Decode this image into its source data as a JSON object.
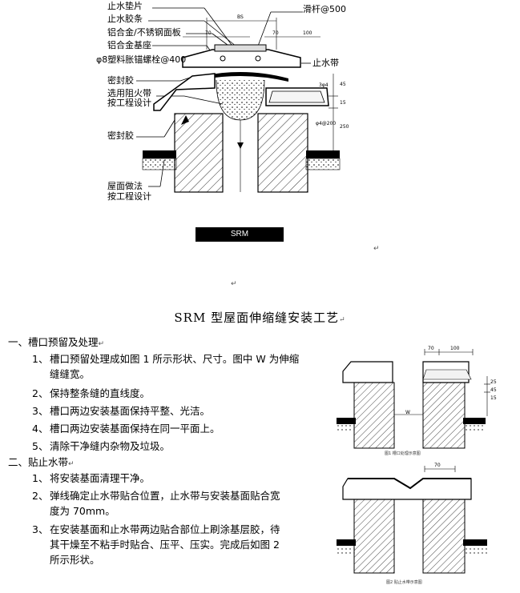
{
  "top_figure": {
    "labels": {
      "waterstop_pad": "止水垫片",
      "waterstop_strip": "止水胶条",
      "alloy_panel": "铝合金/不锈钢面板",
      "alloy_base": "铝合金基座",
      "anchor_bolt": "φ8塑料胀锚螺栓@400",
      "sealant_top": "密封胶",
      "fire_strip": "选用阻火带",
      "per_design_1": "按工程设计",
      "sealant_bottom": "密封胶",
      "roof_practice": "屋面做法",
      "per_design_2": "按工程设计",
      "slide_rod": "滑杆@500",
      "water_band": "止水带"
    },
    "dims": {
      "bs": "BS",
      "d70_left": "70",
      "d70_right": "70",
      "d100": "100",
      "d45": "45",
      "d15": "15",
      "d250": "250",
      "phi4": "3φ4",
      "phi4200": "φ4@200"
    },
    "badge": "SRM"
  },
  "para_marks": {
    "m1": "↵",
    "m2": "↵"
  },
  "doc": {
    "title": "SRM 型屋面伸缩缝安装工艺",
    "sections": [
      {
        "heading": "一、槽口预留及处理",
        "items": [
          {
            "num": "1、",
            "lines": [
              "槽口预留处理成如图 1 所示形状、尺寸。图中 W 为伸缩",
              "缝缝宽。"
            ]
          },
          {
            "num": "2、",
            "lines": [
              "保持整条缝的直线度。"
            ]
          },
          {
            "num": "3、",
            "lines": [
              "槽口两边安装基面保持平整、光洁。"
            ]
          },
          {
            "num": "4、",
            "lines": [
              "槽口两边安装基面保持在同一平面上。"
            ]
          },
          {
            "num": "5、",
            "lines": [
              "清除干净缝内杂物及垃圾。"
            ]
          }
        ]
      },
      {
        "heading": "二、贴止水带",
        "items": [
          {
            "num": "1、",
            "lines": [
              "将安装基面清理干净。"
            ]
          },
          {
            "num": "2、",
            "lines": [
              "弹线确定止水带贴合位置，止水带与安装基面贴合宽",
              "度为 70mm。"
            ]
          },
          {
            "num": "3、",
            "lines": [
              "在安装基面和止水带两边贴合部位上刷涂基层胶，待",
              "其干燥至不粘手时贴合、压平、压实。完成后如图 2",
              "所示形状。"
            ]
          }
        ]
      }
    ]
  },
  "fig1": {
    "d70": "70",
    "d100": "100",
    "w": "W",
    "d25": "25",
    "d45": "45",
    "d15": "15",
    "caption": "图1 槽口处理示意图"
  },
  "fig2": {
    "d70": "70",
    "caption": "图2 贴止水带示意图"
  }
}
